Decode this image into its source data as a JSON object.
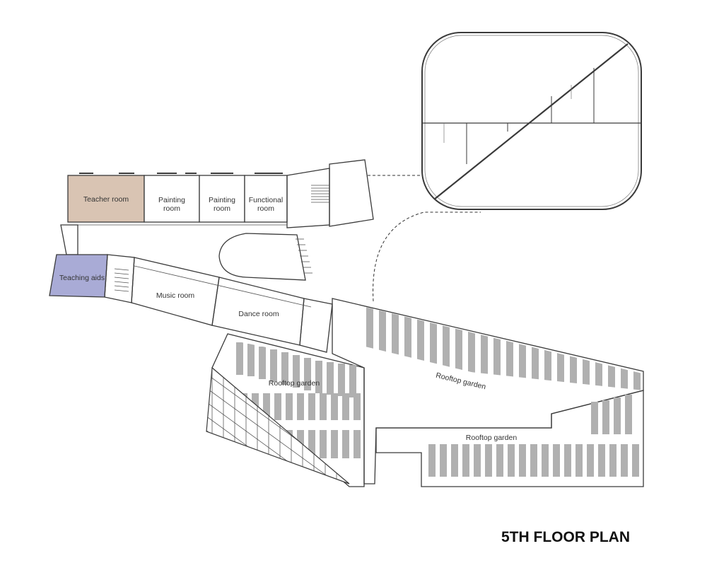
{
  "title": "5TH FLOOR PLAN",
  "colors": {
    "teacher_room": "#d9c4b3",
    "teaching_aids": "#a9abd6",
    "planter": "#b0b0b0",
    "wall": "#3a3a3a"
  },
  "rooms": {
    "teacher_room": "Teacher room",
    "painting_room_1": [
      "Painting",
      "room"
    ],
    "painting_room_2": [
      "Painting",
      "room"
    ],
    "functional_room": [
      "Functional",
      "room"
    ],
    "teaching_aids": "Teaching aids",
    "music_room": "Music room",
    "dance_room": "Dance room",
    "rooftop_garden_1": "Rooftop garden",
    "rooftop_garden_2": "Rooftop garden",
    "rooftop_garden_3": "Rooftop garden"
  }
}
